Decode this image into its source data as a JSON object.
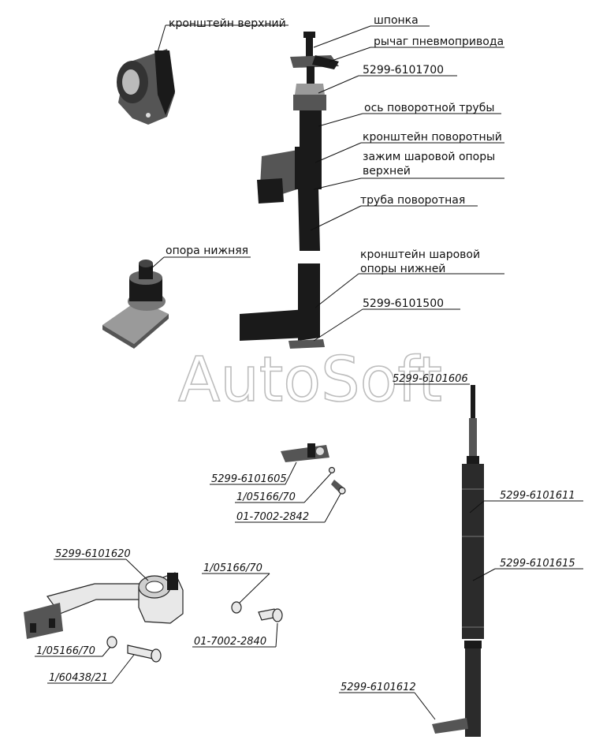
{
  "watermark": "AutoSoft",
  "labels": {
    "bracket_upper": "кронштейн верхний",
    "key": "шпонка",
    "pneumatic_lever": "рычаг пневмопривода",
    "part_6101700": "5299-6101700",
    "rotary_tube_axis": "ось поворотной трубы",
    "rotary_bracket": "кронштейн поворотный",
    "ball_clamp_upper_line1": "зажим шаровой опоры",
    "ball_clamp_upper_line2": "верхней",
    "rotary_tube": "труба поворотная",
    "lower_support": "опора нижняя",
    "ball_bracket_lower_line1": "кронштейн шаровой",
    "ball_bracket_lower_line2": "опоры нижней",
    "part_6101500": "5299-6101500",
    "part_6101606": "5299-6101606",
    "part_6101605": "5299-6101605",
    "washer_a": "1/05166/70",
    "bolt_2842": "01-7002-2842",
    "part_6101611": "5299-6101611",
    "part_6101615": "5299-6101615",
    "part_6101620": "5299-6101620",
    "washer_b": "1/05166/70",
    "bolt_2840": "01-7002-2840",
    "washer_c": "1/05166/70",
    "bolt_60438": "1/60438/21",
    "part_6101612": "5299-6101612"
  }
}
